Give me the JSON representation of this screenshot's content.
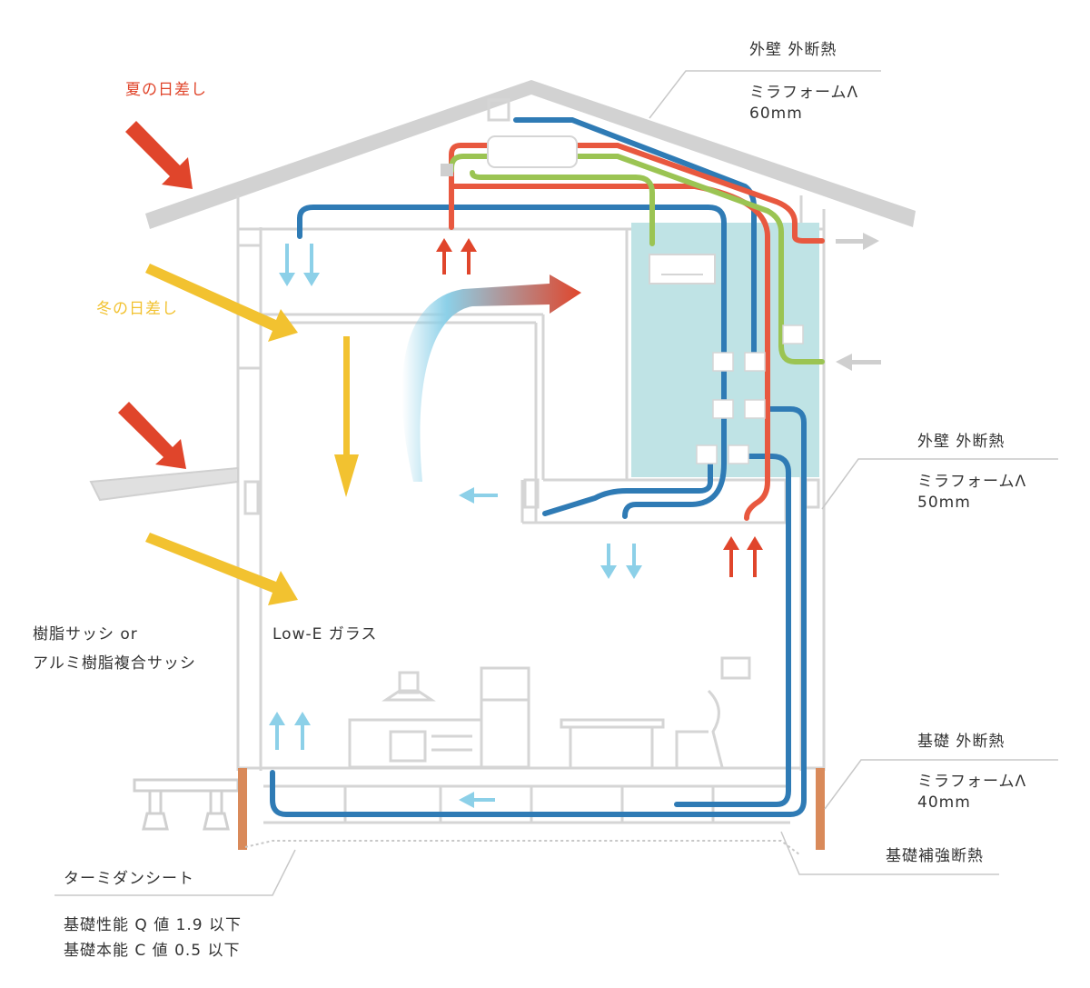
{
  "labels": {
    "summer_sun": "夏の日差し",
    "winter_sun": "冬の日差し",
    "roof_insulation_title": "外壁 外断熱",
    "roof_insulation_material": "ミラフォームΛ",
    "roof_insulation_thickness": "60mm",
    "wall_insulation_title": "外壁 外断熱",
    "wall_insulation_material": "ミラフォームΛ",
    "wall_insulation_thickness": "50mm",
    "foundation_insulation_title": "基礎 外断熱",
    "foundation_insulation_material": "ミラフォームΛ",
    "foundation_insulation_thickness": "40mm",
    "foundation_reinforcement": "基礎補強断熱",
    "sash_line1": "樹脂サッシ or",
    "sash_line2": "アルミ樹脂複合サッシ",
    "glass": "Low-E ガラス",
    "termite_sheet": "ターミダンシート",
    "q_value": "基礎性能 Q 値 1.9 以下",
    "c_value": "基礎本能 C 値 0.5 以下"
  },
  "colors": {
    "summer_sun": "#e0452b",
    "winter_sun": "#f2c230",
    "duct_blue": "#2f7bb5",
    "duct_red": "#e8583f",
    "duct_green": "#9bc453",
    "cool_air": "#8cd0e8",
    "warm_air": "#e0452b",
    "room_tint": "#bfe3e5",
    "structure": "#d5d5d5",
    "foundation_insulation": "#d98a5a"
  }
}
